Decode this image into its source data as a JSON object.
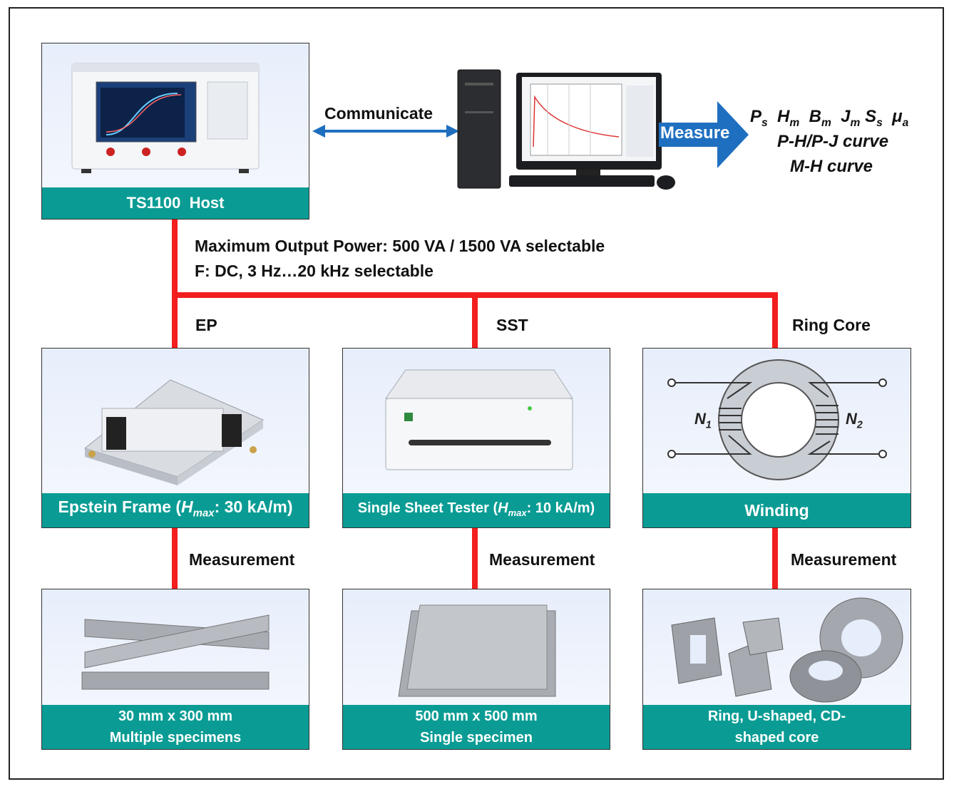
{
  "host": {
    "caption": "TS1100  Host"
  },
  "link": {
    "label": "Communicate"
  },
  "measure": {
    "arrow_label": "Measure",
    "quantities": [
      {
        "sym": "P",
        "sub": "s"
      },
      {
        "sym": "H",
        "sub": "m"
      },
      {
        "sym": "B",
        "sub": "m"
      },
      {
        "sym": "J",
        "sub": "m"
      },
      {
        "sym": "S",
        "sub": "s"
      },
      {
        "sym": "μ",
        "sub": "a"
      }
    ],
    "curve1": "P-H/P-J curve",
    "curve2": "M-H curve"
  },
  "specs": {
    "power": "Maximum Output Power: 500 VA / 1500 VA selectable",
    "freq": "F: DC, 3 Hz…20 kHz selectable"
  },
  "branches": [
    {
      "label": "EP",
      "device_prefix": "Epstein Frame (",
      "device_sym": "H",
      "device_sub": "max",
      "device_suffix": ": 30 kA/m)",
      "measurement": "Measurement",
      "specimen_line1": "30 mm x 300 mm",
      "specimen_line2": "Multiple specimens"
    },
    {
      "label": "SST",
      "device_prefix": "Single Sheet Tester (",
      "device_sym": "H",
      "device_sub": "max",
      "device_suffix": ": 10 kA/m)",
      "measurement": "Measurement",
      "specimen_line1": "500 mm x 500 mm",
      "specimen_line2": "Single specimen"
    },
    {
      "label": "Ring Core",
      "device_caption": "Winding",
      "winding_labels": {
        "n1": "N",
        "n1_sub": "1",
        "n2": "N",
        "n2_sub": "2"
      },
      "measurement": "Measurement",
      "specimen_line1": "Ring, U-shaped, CD-",
      "specimen_line2": "shaped core"
    }
  ],
  "colors": {
    "teal": "#0a9c94",
    "red": "#f31e1e",
    "blue": "#1f6fc0"
  }
}
